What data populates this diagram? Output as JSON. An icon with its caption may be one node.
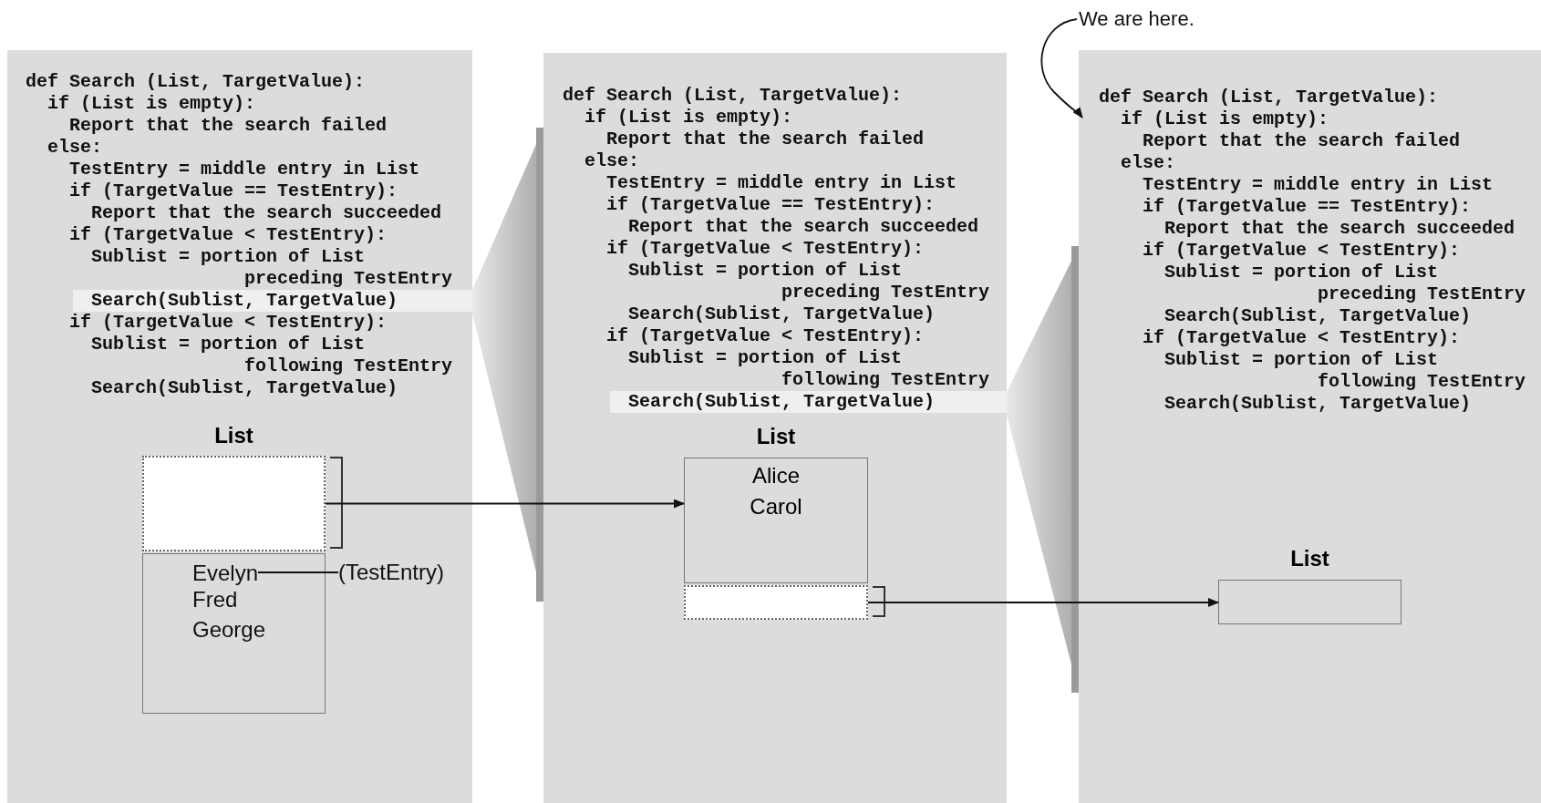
{
  "diagram": {
    "nodes": [
      {
        "text": [
          "def Search (List, TargetValue):",
          "if (List is empty):",
          "Report that the search failed",
          "else:",
          "TestEntry = middle entry in List",
          "if (TargetValue == TestEntry):",
          "Report that the search succeeded",
          "if (TargetValue < TestEntry):",
          "Sublist = portion of List",
          "preceding TestEntry",
          "Search(Sublist, TargetValue)",
          "if (TargetValue < TestEntry):",
          "Sublist = portion of List",
          "following TestEntry",
          "Search(Sublist, TargetValue)"
        ]
      },
      {
        "text": [
          "List"
        ],
        "in": 0
      },
      {
        "text": [],
        "shape": "box",
        "in": 0
      },
      {
        "text": [
          "Evelyn"
        ],
        "in": 2
      },
      {
        "text": [
          "Fred"
        ],
        "in": 2
      },
      {
        "text": [
          "George"
        ],
        "in": 2
      },
      {
        "text": [
          "(TestEntry)"
        ],
        "in": 0
      },
      {
        "text": [
          "def Search (List, TargetValue):",
          "if (List is empty):",
          "Report that the search failed",
          "else:",
          "TestEntry = middle entry in List",
          "if (TargetValue == TestEntry):",
          "Report that the search succeeded",
          "if (TargetValue < TestEntry):",
          "Sublist = portion of List",
          "preceding TestEntry",
          "Search(Sublist, TargetValue)",
          "if (TargetValue < TestEntry):",
          "Sublist = portion of List",
          "following TestEntry",
          "Search(Sublist, TargetValue)"
        ]
      },
      {
        "text": [
          "List",
          "Alice",
          "Carol"
        ],
        "in": 7
      },
      {
        "text": [],
        "shape": "box",
        "in": 7
      },
      {
        "text": [
          "def Search (List, TargetValue):",
          "if (List is empty):",
          "Report that the search failed",
          "else:",
          "TestEntry = middle entry in List",
          "if (TargetValue == TestEntry):",
          "Report that the search succeeded",
          "if (TargetValue < TestEntry):",
          "Sublist = portion of List",
          "preceding TestEntry",
          "Search(Sublist, TargetValue)",
          "if (TargetValue < TestEntry):",
          "Sublist = portion of List",
          "following TestEntry",
          "Search(Sublist, TargetValue)"
        ]
      },
      {
        "text": [
          "List"
        ],
        "in": 10
      },
      {
        "text": [
          "We are here."
        ]
      }
    ],
    "edges": [
      {
        "from": 6,
        "to": 3,
        "arrow": "none"
      },
      {
        "from": 1,
        "to": 8,
        "arrow": "to"
      },
      {
        "from": 9,
        "to": 11,
        "arrow": "to"
      },
      {
        "from": 12,
        "to": 10,
        "arrow": "to"
      }
    ]
  }
}
